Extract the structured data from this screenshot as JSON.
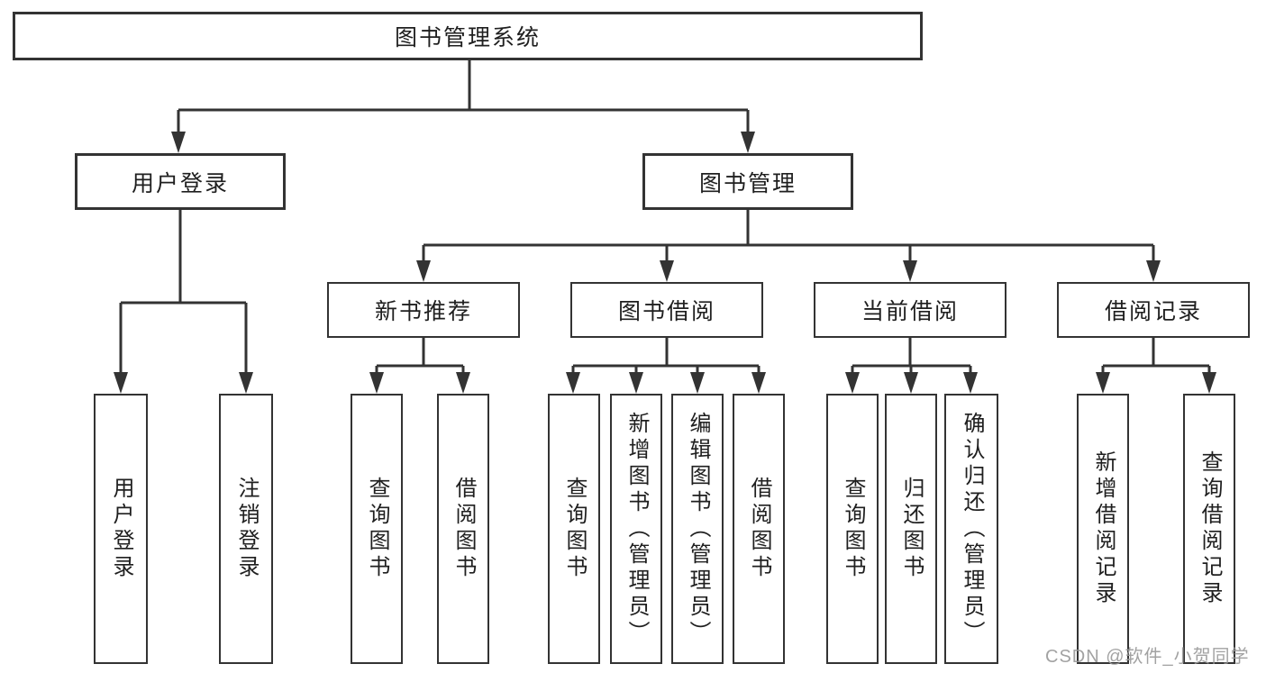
{
  "tree": {
    "root": {
      "label": "图书管理系统",
      "children": [
        {
          "label": "用户登录",
          "children": [
            {
              "label": "用户登录"
            },
            {
              "label": "注销登录"
            }
          ]
        },
        {
          "label": "图书管理",
          "children": [
            {
              "label": "新书推荐",
              "children": [
                {
                  "label": "查询图书"
                },
                {
                  "label": "借阅图书"
                }
              ]
            },
            {
              "label": "图书借阅",
              "children": [
                {
                  "label": "查询图书"
                },
                {
                  "label": "新增图书（管理员）"
                },
                {
                  "label": "编辑图书（管理员）"
                },
                {
                  "label": "借阅图书"
                }
              ]
            },
            {
              "label": "当前借阅",
              "children": [
                {
                  "label": "查询图书"
                },
                {
                  "label": "归还图书"
                },
                {
                  "label": "确认归还（管理员）"
                }
              ]
            },
            {
              "label": "借阅记录",
              "children": [
                {
                  "label": "新增借阅记录"
                },
                {
                  "label": "查询借阅记录"
                }
              ]
            }
          ]
        }
      ]
    }
  },
  "watermark": {
    "text": "CSDN @软件_小贺同学",
    "color": "#989898"
  },
  "colors": {
    "line": "#333333",
    "node_border": "#333333",
    "node_fill": "#ffffff",
    "text": "#1f1f1f",
    "background": "#ffffff"
  }
}
